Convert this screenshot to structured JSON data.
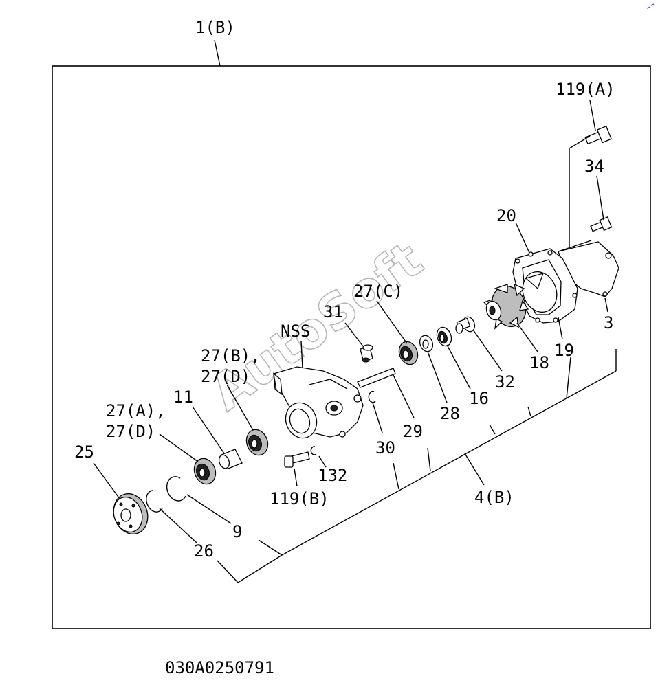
{
  "assembly_label": "1(B)",
  "footer_code": "030A0250791",
  "watermark": "AutoSoft",
  "labels": {
    "l119a": "119(A)",
    "l34": "34",
    "l20": "20",
    "l3": "3",
    "l19": "19",
    "l18": "18",
    "l27c": "27(C)",
    "l31": "31",
    "lnss": "NSS",
    "l27b1": "27(B),",
    "l27b2": "27(D)",
    "l32": "32",
    "l16": "16",
    "l28": "28",
    "l29": "29",
    "l30": "30",
    "l11": "11",
    "l27a1": "27(A),",
    "l27a2": "27(D)",
    "l25": "25",
    "l132": "132",
    "l119b": "119(B)",
    "l4b": "4(B)",
    "l9": "9",
    "l26": "26"
  }
}
